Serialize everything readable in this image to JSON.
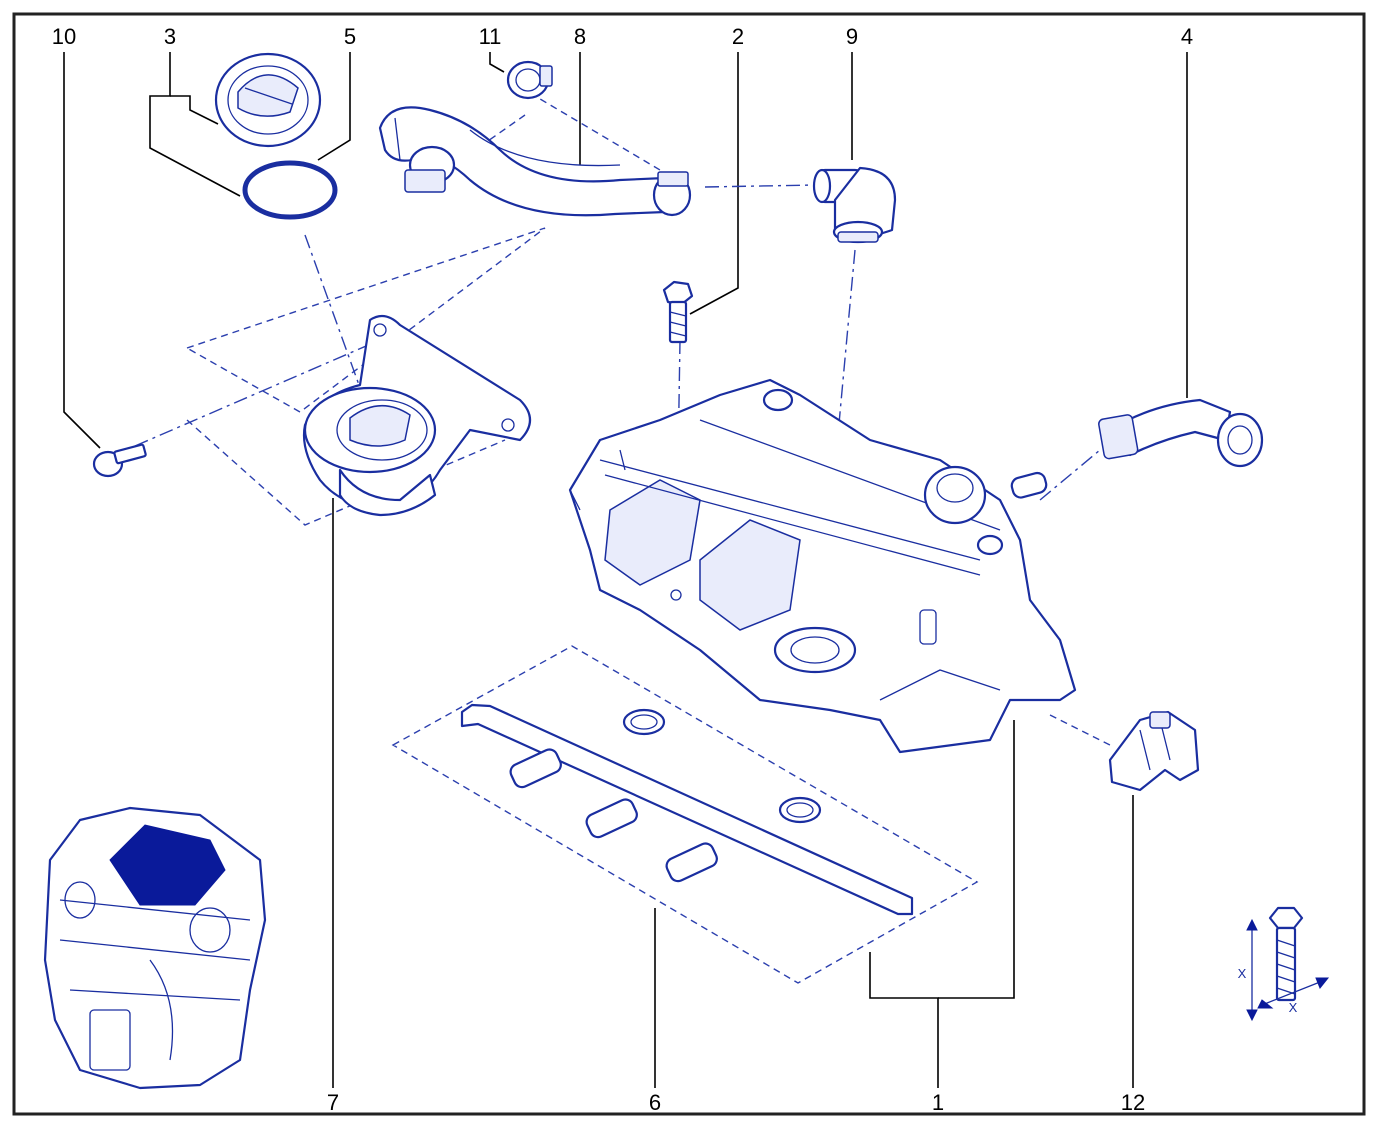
{
  "callouts": {
    "c1": "1",
    "c2": "2",
    "c3": "3",
    "c4": "4",
    "c5": "5",
    "c6": "6",
    "c7": "7",
    "c8": "8",
    "c9": "9",
    "c10": "10",
    "c11": "11",
    "c12": "12"
  },
  "torque_symbol": {
    "x_label_1": "X",
    "x_label_2": "X"
  },
  "colors": {
    "line_art": "#1a2ea0",
    "frame": "#222222",
    "locator_fill": "#0a1a9a"
  }
}
